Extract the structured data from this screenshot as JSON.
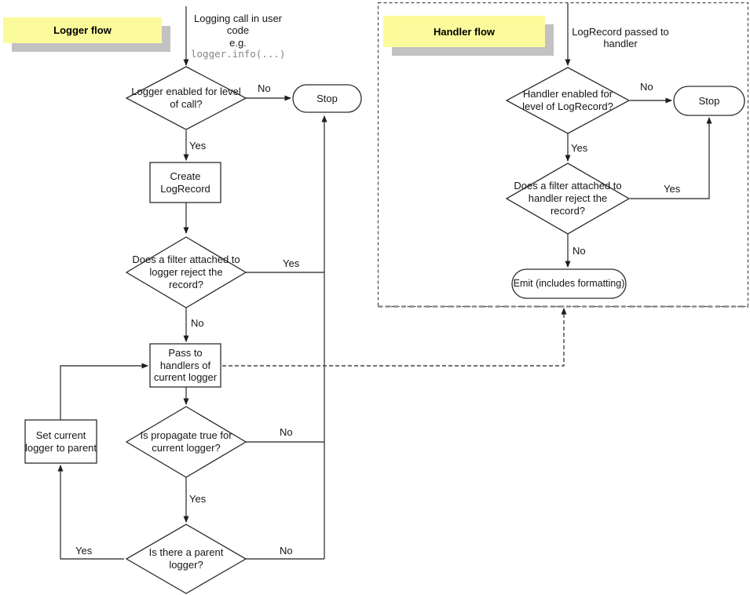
{
  "edge_labels": {
    "yes": "Yes",
    "no": "No"
  },
  "logger_flow": {
    "title": "Logger flow",
    "start_line": "Logging call in user code",
    "start_eg": "e.g.",
    "start_code": "logger.info(...)",
    "enabled_check": "Logger enabled for level of call?",
    "stop": "Stop",
    "create_record": "Create LogRecord",
    "filter_check": "Does a filter attached to logger reject the record?",
    "pass_handlers": "Pass to handlers of current logger",
    "propagate_check": "Is propagate true for current logger?",
    "set_parent": "Set current logger to parent",
    "parent_check": "Is there a parent logger?"
  },
  "handler_flow": {
    "title": "Handler flow",
    "start": "LogRecord passed to handler",
    "enabled_check": "Handler enabled for level of LogRecord?",
    "stop": "Stop",
    "filter_check": "Does a filter attached to handler reject the record?",
    "emit": "Emit (includes formatting)"
  },
  "colors": {
    "note_yellow": "#fbfb9c",
    "note_shadow": "#c2c2c2",
    "stroke": "#3d3d3d",
    "code_gray": "#868686"
  }
}
